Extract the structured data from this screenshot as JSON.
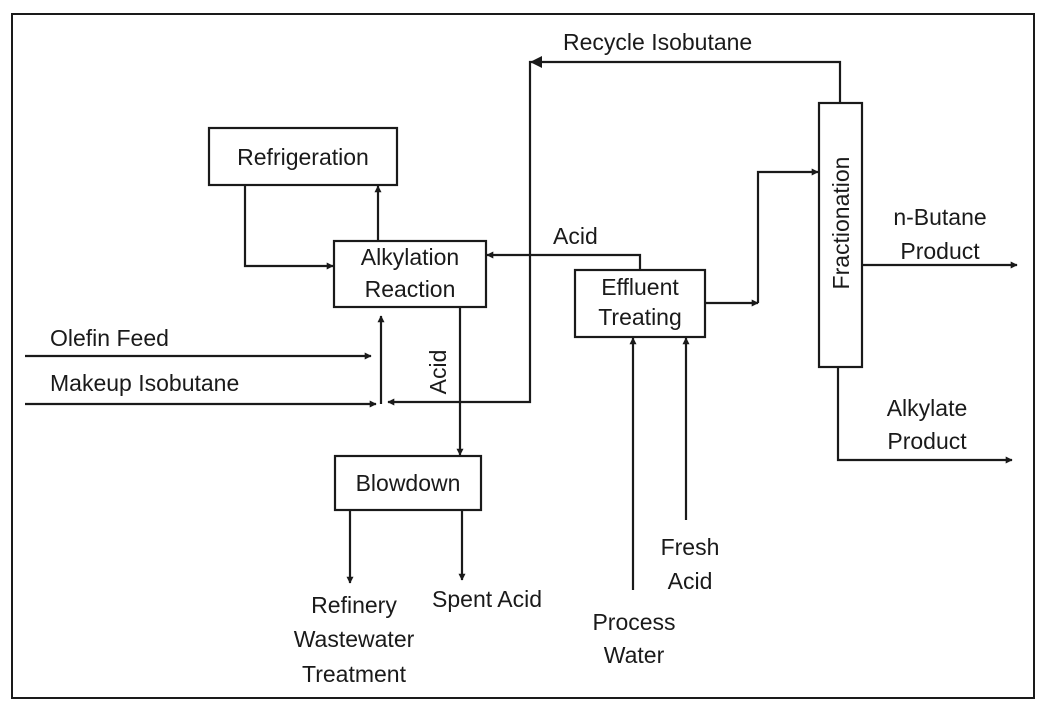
{
  "diagram": {
    "colors": {
      "ink": "#1a1a1a",
      "background": "#ffffff"
    },
    "boxes": {
      "refrigeration": "Refrigeration",
      "alkylation_reaction": [
        "Alkylation",
        "Reaction"
      ],
      "blowdown": "Blowdown",
      "effluent_treating": [
        "Effluent",
        "Treating"
      ],
      "fractionation": "Fractionation"
    },
    "streams": {
      "recycle_isobutane": "Recycle Isobutane",
      "acid_return": "Acid",
      "acid_down": "Acid",
      "olefin_feed": "Olefin Feed",
      "makeup_isobutane": "Makeup Isobutane",
      "n_butane_product": [
        "n-Butane",
        "Product"
      ],
      "alkylate_product": [
        "Alkylate",
        "Product"
      ],
      "refinery_wastewater": [
        "Refinery",
        "Wastewater",
        "Treatment"
      ],
      "spent_acid": "Spent Acid",
      "process_water": [
        "Process",
        "Water"
      ],
      "fresh_acid": [
        "Fresh",
        "Acid"
      ]
    }
  }
}
